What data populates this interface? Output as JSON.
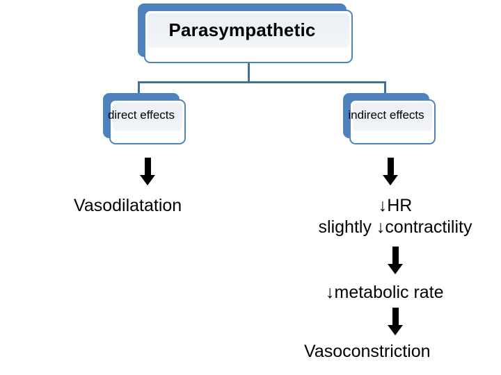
{
  "diagram": {
    "title": "Parasympathetic",
    "root": {
      "label": "Parasympathetic"
    },
    "branches": [
      {
        "label": "direct effects"
      },
      {
        "label": "indirect effects"
      }
    ],
    "outcomes": {
      "direct": "Vasodilatation",
      "indirect_hr": "↓HR",
      "indirect_contractility": "slightly ↓contractility",
      "metabolic": "↓metabolic rate",
      "vasoconstriction": "Vasoconstriction"
    }
  },
  "colors": {
    "box_fill_blue": "#4f81bd",
    "box_border": "#4f81bd",
    "connector": "#41719c",
    "box_face": "#ffffff",
    "box_gloss": "#eef1f6",
    "arrow": "#000000",
    "text": "#000000",
    "background": "#ffffff"
  },
  "icons": {
    "down_arrow": "down-arrow-icon",
    "elbow_connector": "elbow-connector-icon"
  }
}
